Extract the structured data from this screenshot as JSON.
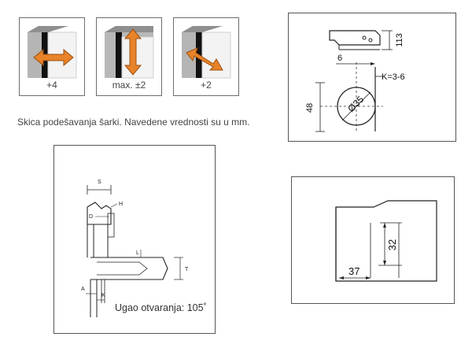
{
  "adjustment_tiles": [
    {
      "label": "+4",
      "icon": "horizontal-arrow-icon"
    },
    {
      "label": "max. ±2",
      "icon": "vertical-arrow-icon"
    },
    {
      "label": "+2",
      "icon": "depth-arrow-icon"
    }
  ],
  "caption": "Skica podešavanja šarki. Navedene vrednosti su u mm.",
  "cup_drawing": {
    "dim_113": "113",
    "dim_6": "6",
    "dim_k": "K=3-6",
    "dim_48": "48",
    "dim_diameter": "Ø35"
  },
  "section_drawing": {
    "label_s": "S",
    "label_h": "H",
    "label_d": "D",
    "label_l": "L",
    "label_t": "T",
    "label_a": "A",
    "label_k": "K",
    "opening_angle": "Ugao otvaranja: 105˚"
  },
  "plate_drawing": {
    "dim_32": "32",
    "dim_37": "37"
  },
  "colors": {
    "arrow_orange": "#e8832a",
    "line": "#222222",
    "panel_border": "#555555"
  }
}
